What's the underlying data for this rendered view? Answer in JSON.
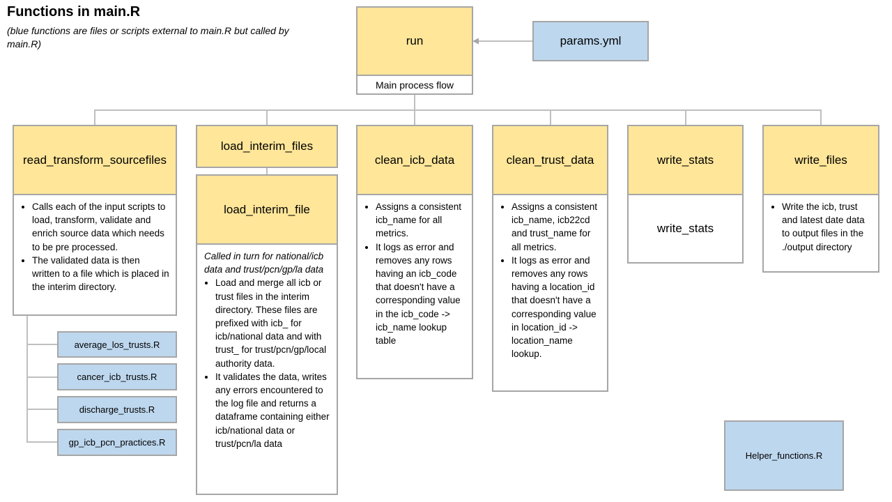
{
  "title": "Functions in main.R",
  "subtitle": "(blue functions are files or scripts external to main.R but called by main.R)",
  "run": {
    "label": "run",
    "caption": "Main process flow"
  },
  "params": {
    "label": "params.yml"
  },
  "read_transform": {
    "label": "read_transform_sourcefiles",
    "bullets": [
      "Calls each of the input scripts to load, transform, validate and enrich source data which needs to be pre processed.",
      "The validated data is then written to a file which is placed in the interim directory."
    ],
    "scripts": [
      "average_los_trusts.R",
      "cancer_icb_trusts.R",
      "discharge_trusts.R",
      "gp_icb_pcn_practices.R"
    ]
  },
  "load_interim_files": {
    "label": "load_interim_files"
  },
  "load_interim_file": {
    "label": "load_interim_file",
    "intro": "Called in turn for national/icb data and trust/pcn/gp/la  data",
    "bullets": [
      "Load and merge all icb or trust files in the interim directory. These files are prefixed with icb_ for icb/national data and with trust_ for trust/pcn/gp/local authority data.",
      "It validates the data, writes any errors encountered to the log file and returns a dataframe containing either icb/national data or trust/pcn/la data"
    ]
  },
  "clean_icb": {
    "label": "clean_icb_data",
    "bullets": [
      "Assigns a consistent icb_name for all metrics.",
      "It logs as error and removes any rows having an icb_code that doesn't have a corresponding value in the icb_code -> icb_name lookup table"
    ]
  },
  "clean_trust": {
    "label": "clean_trust_data",
    "bullets": [
      "Assigns a consistent icb_name, icb22cd and trust_name for all metrics.",
      "It logs as error and removes any rows having a location_id that doesn't have a corresponding value in location_id -> location_name lookup."
    ]
  },
  "write_stats": {
    "label": "write_stats",
    "body": "write_stats"
  },
  "write_files": {
    "label": "write_files",
    "bullets": [
      "Write the icb, trust and latest date data to output files in the ./output directory"
    ]
  },
  "helper": {
    "label": "Helper_functions.R"
  },
  "colors": {
    "yellow": "#ffe699",
    "blue": "#bdd7ee",
    "border": "#a6a6a6",
    "connector": "#bfbfbf"
  }
}
